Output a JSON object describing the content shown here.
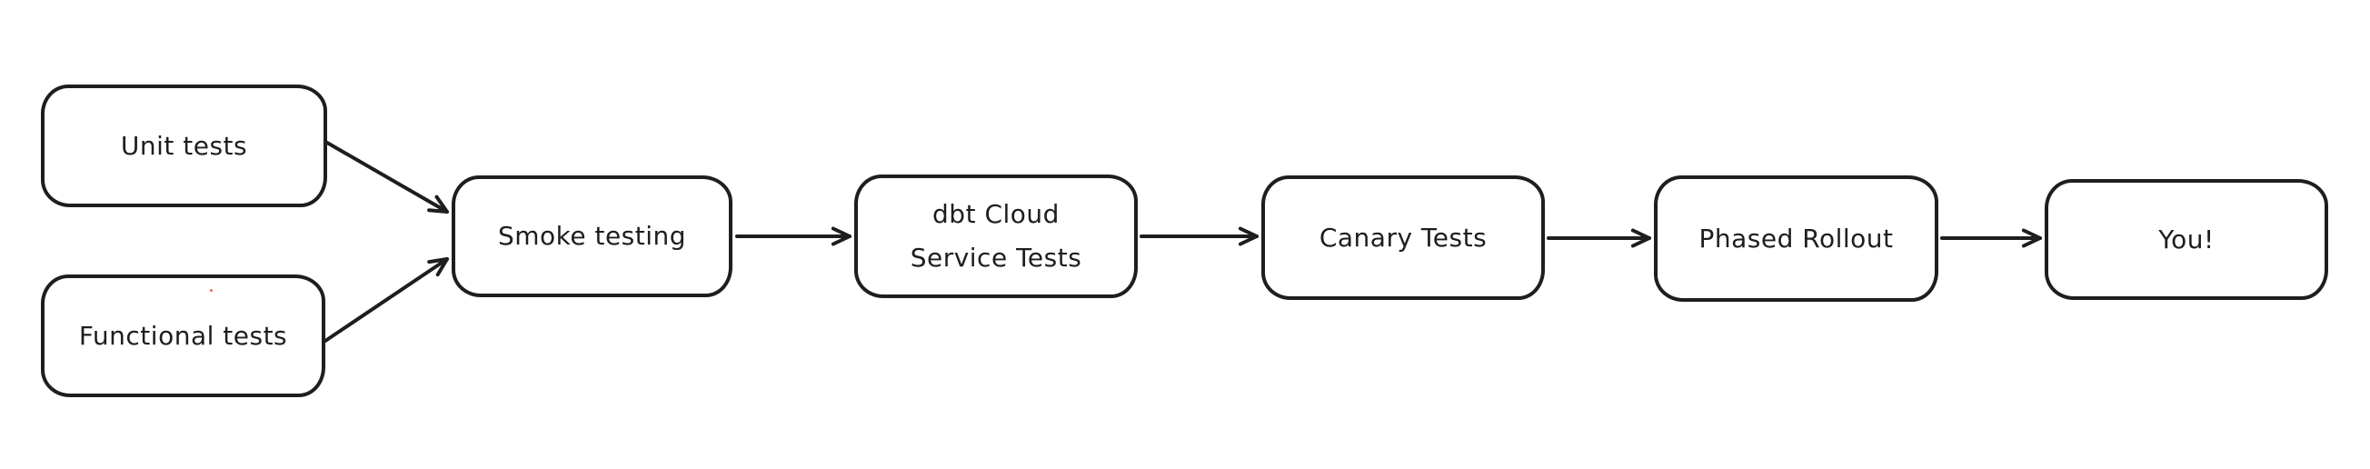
{
  "diagram": {
    "title": "Release testing pipeline flowchart",
    "background_color": "#ffffff",
    "node_fill_color": "#ffffff",
    "stroke_color": "#1e1e1e",
    "artifact_color": "#e8736f",
    "nodes": [
      {
        "id": "unit-tests",
        "label": "Unit tests"
      },
      {
        "id": "functional-tests",
        "label": "Functional tests"
      },
      {
        "id": "smoke-testing",
        "label": "Smoke testing"
      },
      {
        "id": "dbt-cloud-service-tests",
        "label": "dbt Cloud\nService Tests"
      },
      {
        "id": "canary-tests",
        "label": "Canary Tests"
      },
      {
        "id": "phased-rollout",
        "label": "Phased Rollout"
      },
      {
        "id": "you",
        "label": "You!"
      }
    ],
    "edges": [
      {
        "from": "unit-tests",
        "to": "smoke-testing"
      },
      {
        "from": "functional-tests",
        "to": "smoke-testing"
      },
      {
        "from": "smoke-testing",
        "to": "dbt-cloud-service-tests"
      },
      {
        "from": "dbt-cloud-service-tests",
        "to": "canary-tests"
      },
      {
        "from": "canary-tests",
        "to": "phased-rollout"
      },
      {
        "from": "phased-rollout",
        "to": "you"
      }
    ]
  }
}
